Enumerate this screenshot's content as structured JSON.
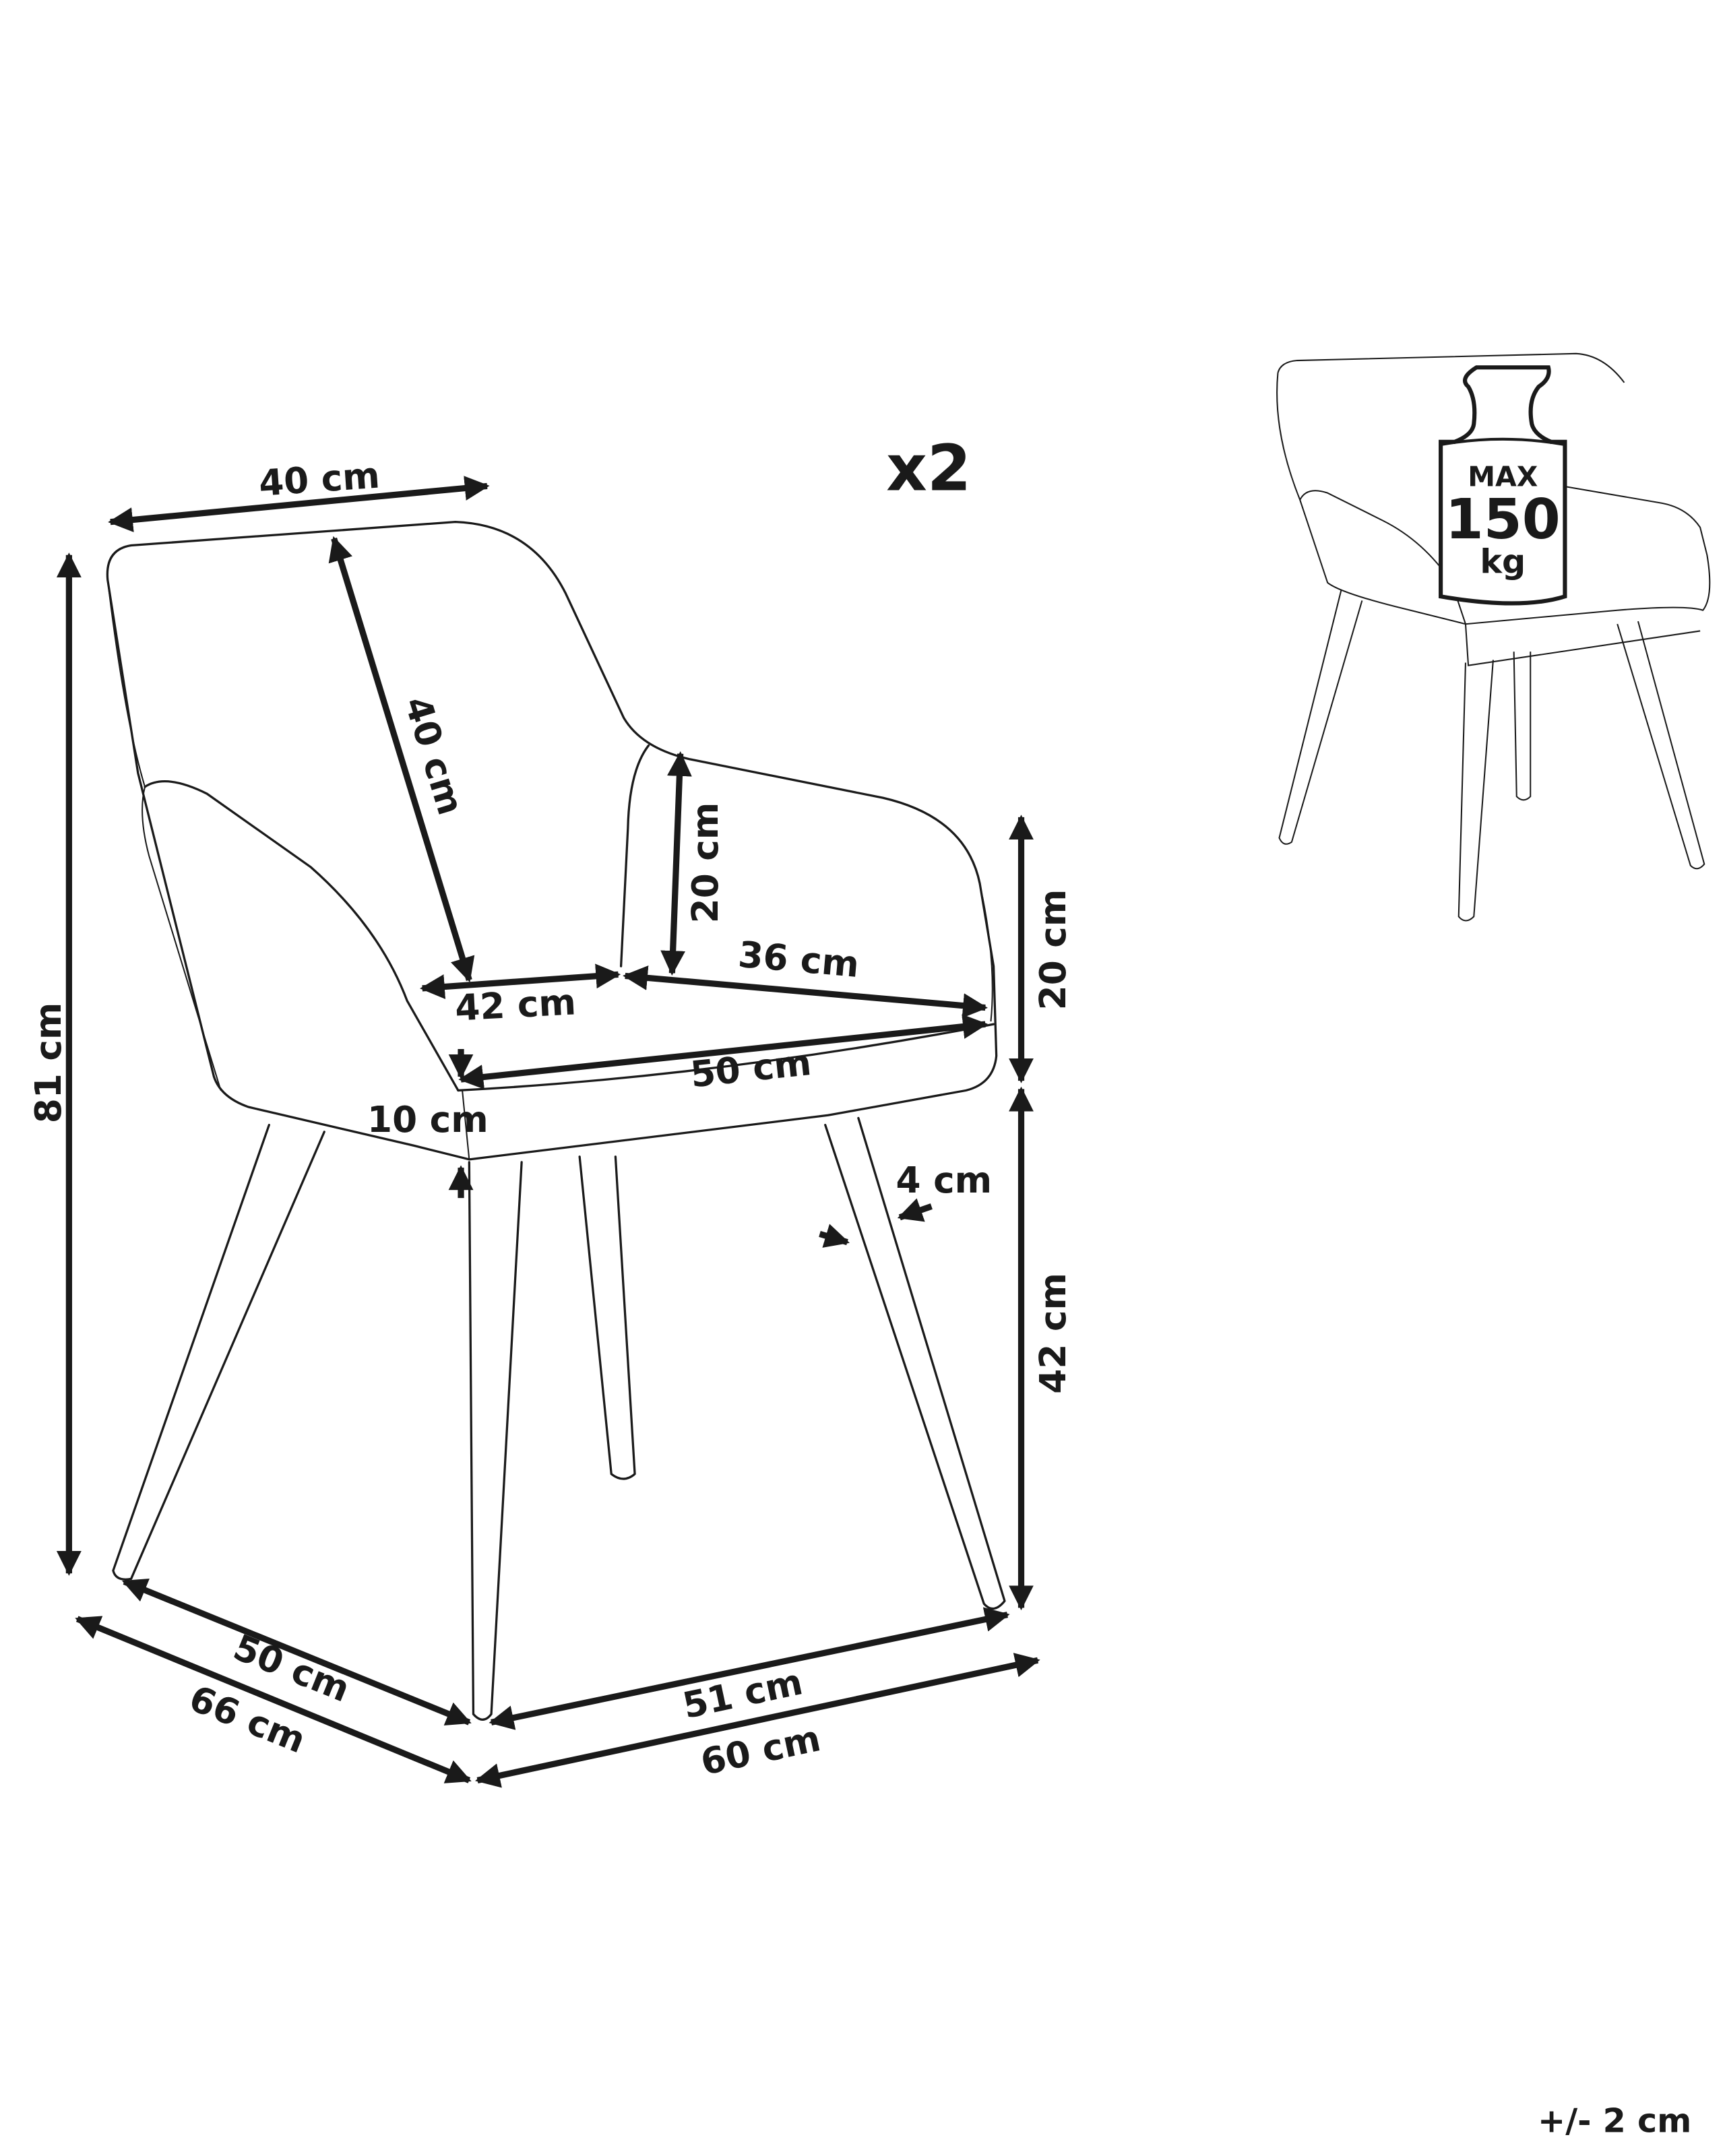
{
  "quantity": "x2",
  "tolerance": "+/- 2 cm",
  "max_load": {
    "line1": "MAX",
    "value": "150",
    "unit": "kg"
  },
  "dimensions": {
    "backrest_width": "40 cm",
    "total_height": "81 cm",
    "backrest_height": "40 cm",
    "armrest_height_inner": "20 cm",
    "seat_width_front": "42 cm",
    "armrest_length": "36 cm",
    "seat_diagonal": "50 cm",
    "seat_thickness": "10 cm",
    "armrest_height_outer": "20 cm",
    "seat_height": "42 cm",
    "leg_thickness": "4 cm",
    "leg_depth": "50 cm",
    "total_depth": "66 cm",
    "leg_width": "51 cm",
    "total_width": "60 cm"
  }
}
